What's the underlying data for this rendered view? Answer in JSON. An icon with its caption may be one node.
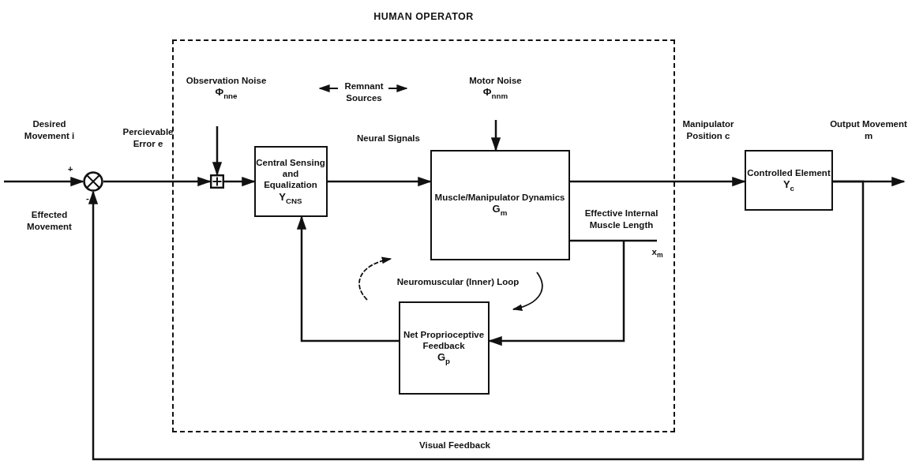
{
  "diagram": {
    "nodes": [
      {
        "text": [
          "HUMAN OPERATOR"
        ]
      },
      {
        "text": [
          "Observation Noise",
          "Φ$_{nn}$$_{e}$"
        ],
        "in": 0
      },
      {
        "text": [
          "Motor Noise",
          "Φ$_{nn}$$_{m}$"
        ],
        "in": 0
      },
      {
        "text": [],
        "shape": "circle"
      },
      {
        "text": [],
        "shape": "box",
        "in": 0
      },
      {
        "text": [
          "Central Sensing and Equalization",
          "Y$_{CNS}$"
        ],
        "in": 0
      },
      {
        "text": [
          "Muscle/Manipulator Dynamics",
          "G$_{m}$"
        ],
        "in": 0
      },
      {
        "text": [
          "Net Proprioceptive Feedback",
          "G$_{p}$"
        ],
        "in": 0
      },
      {
        "text": [
          "Controlled Element",
          "Y$_{c}$"
        ]
      }
    ],
    "edges": [
      {
        "from": null,
        "to": 3,
        "arrow": "to",
        "label": "Desired Movement i"
      },
      {
        "from": 3,
        "to": 4,
        "arrow": "to",
        "label": "Percievable Error e"
      },
      {
        "from": 1,
        "to": 4,
        "arrow": "to"
      },
      {
        "from": 4,
        "to": 5,
        "arrow": "to"
      },
      {
        "from": 5,
        "to": 6,
        "arrow": "to",
        "label": "Neural Signals"
      },
      {
        "from": 2,
        "to": 6,
        "arrow": "to"
      },
      {
        "from": 6,
        "to": 8,
        "arrow": "to",
        "label": "Manipulator Position c"
      },
      {
        "from": 6,
        "to": 7,
        "arrow": "to",
        "label": "Effective Internal Muscle Length"
      },
      {
        "from": 7,
        "to": 5,
        "arrow": "to"
      },
      {
        "from": 8,
        "to": null,
        "arrow": "to",
        "label": "Output Movement m"
      },
      {
        "from": 8,
        "to": 3,
        "arrow": "to",
        "label": "Visual Feedback"
      }
    ],
    "labels": [
      "Remnant Sources",
      "+",
      "-",
      "Effected Movement",
      "x$_{m}$",
      "Neuromuscular (Inner) Loop"
    ]
  }
}
